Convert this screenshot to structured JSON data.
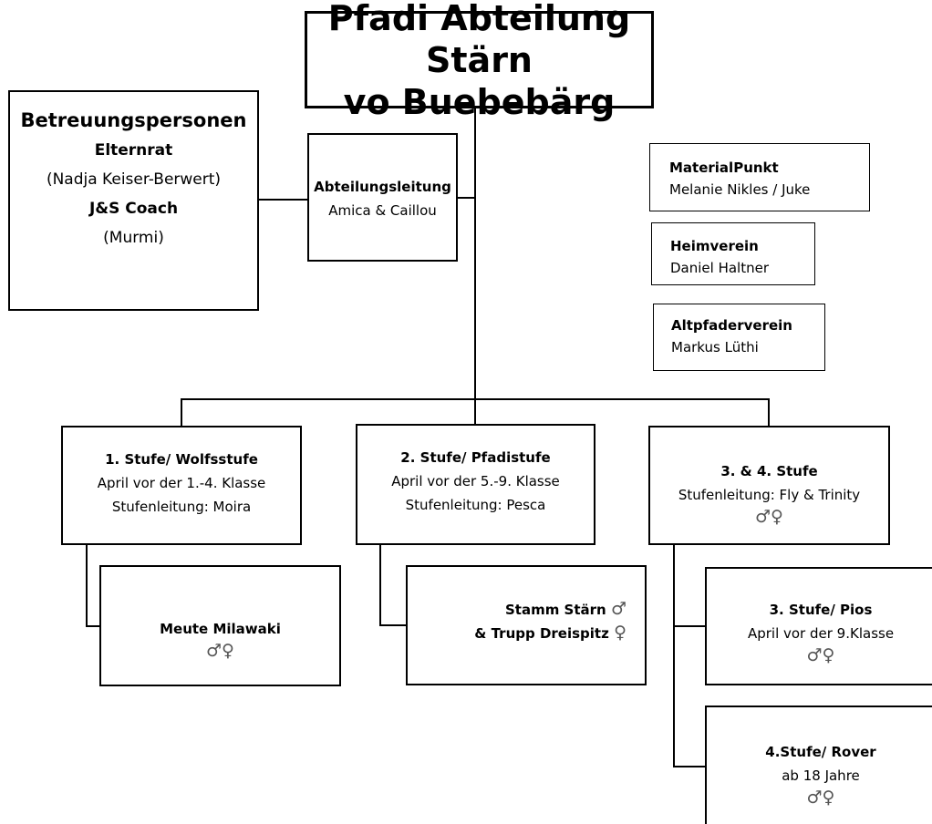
{
  "title": {
    "line1": "Pfadi Abteilung Stärn",
    "line2": "vo Buebebärg"
  },
  "betreuung": {
    "heading": "Betreuungspersonen",
    "elternrat_label": "Elternrat",
    "elternrat_name": "(Nadja Keiser-Berwert)",
    "coach_label": "J&S Coach",
    "coach_name": "(Murmi)"
  },
  "abteilungsleitung": {
    "label": "Abteilungsleitung",
    "names": "Amica & Caillou"
  },
  "materialpunkt": {
    "label": "MaterialPunkt",
    "names": "Melanie Nikles / Juke"
  },
  "heimverein": {
    "label": "Heimverein",
    "names": "Daniel Haltner"
  },
  "altpfaderverein": {
    "label": "Altpfaderverein",
    "names": "Markus Lüthi"
  },
  "stufe1": {
    "label": "1. Stufe/ Wolfsstufe",
    "age": "April vor der 1.-4. Klasse",
    "leitung": "Stufenleitung: Moira"
  },
  "stufe2": {
    "label": "2. Stufe/ Pfadistufe",
    "age": "April vor der 5.-9. Klasse",
    "leitung": "Stufenleitung: Pesca"
  },
  "stufe34": {
    "label": "3. & 4. Stufe",
    "leitung": "Stufenleitung: Fly & Trinity"
  },
  "meute": {
    "label": "Meute Milawaki"
  },
  "stamm": {
    "line1": "Stamm Stärn",
    "line2": "& Trupp Dreispitz"
  },
  "pios": {
    "label": "3. Stufe/ Pios",
    "age": "April vor der 9.Klasse"
  },
  "rover": {
    "label": "4.Stufe/ Rover",
    "age": "ab 18 Jahre"
  }
}
